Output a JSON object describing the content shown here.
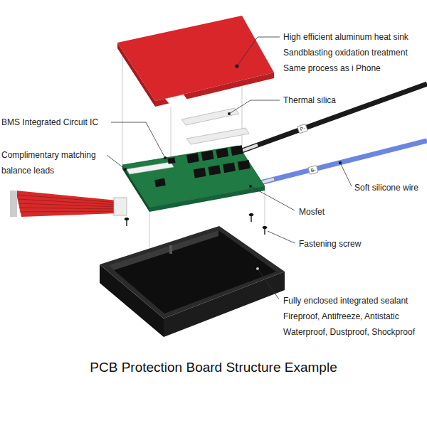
{
  "diagram": {
    "caption": "PCB Protection Board Structure Example",
    "labels": [
      "High efficient aluminum heat sink Sandblasting oxidation treatment Same process as i Phone",
      "Thermal silica",
      "BMS Integrated Circuit IC",
      "Complimentary matching balance leads",
      "P-",
      "B-",
      "Soft silicone wire",
      "Mosfet",
      "Fastening screw",
      "Fully enclosed integrated sealant Fireproof, Antifreeze, Antistatic Waterproof, Dustproof, Shockproof"
    ]
  }
}
